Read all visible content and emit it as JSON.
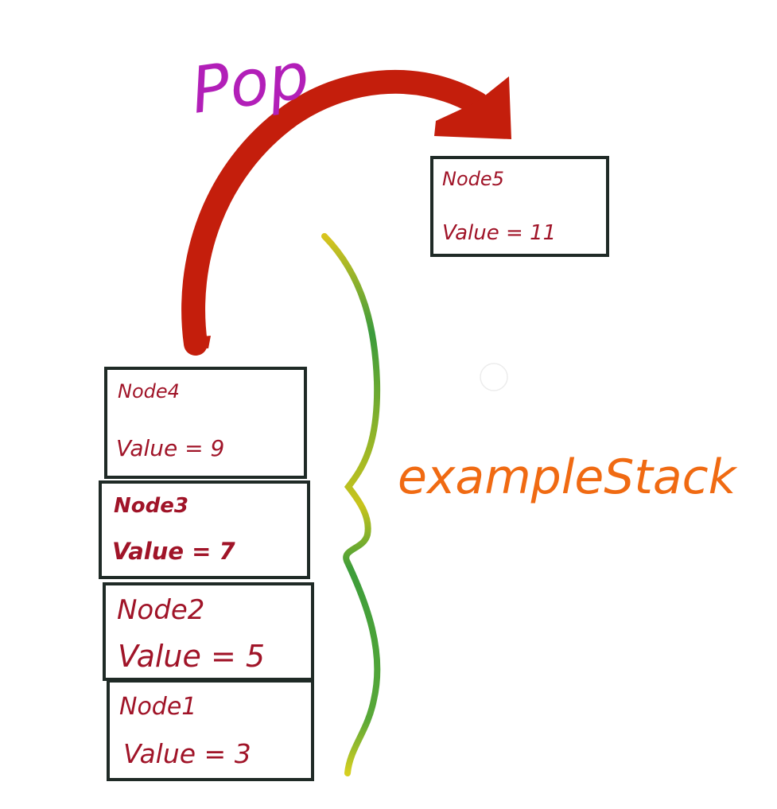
{
  "operation": {
    "label": "Pop"
  },
  "stack": {
    "name": "exampleStack",
    "nodes": [
      {
        "name": "Node4",
        "value_text": "Value = 9"
      },
      {
        "name": "Node3",
        "value_text": "Value = 7"
      },
      {
        "name": "Node2",
        "value_text": "Value = 5"
      },
      {
        "name": "Node1",
        "value_text": "Value = 3"
      }
    ]
  },
  "popped_node": {
    "name": "Node5",
    "value_text": "Value = 11"
  },
  "colors": {
    "arrow": "#c41e0c",
    "pop_label": "#b21fb8",
    "stack_label": "#f06a12",
    "node_text": "#a01428",
    "box_stroke": "#1f2a26",
    "brace_green": "#2f9a3e",
    "brace_yellow": "#c8c81e"
  }
}
